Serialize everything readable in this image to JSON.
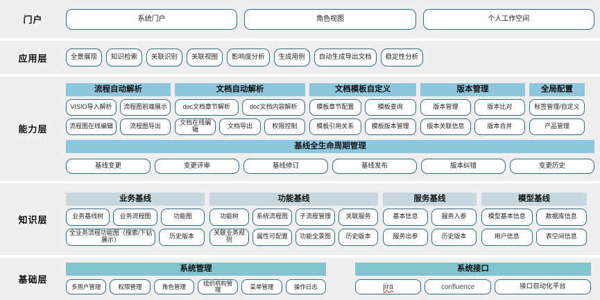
{
  "layers": [
    {
      "key": "portal",
      "label": "门户",
      "buttons": [
        "系统门户",
        "角色视图",
        "个人工作空间"
      ]
    },
    {
      "key": "application",
      "label": "应用层",
      "buttons": [
        "全景展现",
        "知识检索",
        "关联识别",
        "关联视图",
        "影响度分析",
        "生成用例",
        "自动生成导出文档",
        "稳定性分析"
      ]
    },
    {
      "key": "capability",
      "label": "能力层",
      "groups": [
        {
          "title": "流程自动解析",
          "rows": [
            [
              "VISIO导入解析",
              "流程图前端展示"
            ],
            [
              "流程图在线编辑",
              "流程图导出"
            ]
          ]
        },
        {
          "title": "文档自动解析",
          "rows": [
            [
              "doc文档章节解析",
              "doc文档内容解析"
            ],
            [
              "文档在线编辑",
              "文档导出",
              "权限控制"
            ]
          ]
        },
        {
          "title": "文档模板自定义",
          "rows": [
            [
              "模板章节配置",
              "模板查询"
            ],
            [
              "模板引用关系",
              "模板版本管理"
            ]
          ]
        },
        {
          "title": "版本管理",
          "rows": [
            [
              "版本管理",
              "版本比对"
            ],
            [
              "版本关联信息",
              "版本合并"
            ]
          ]
        },
        {
          "title": "全局配置",
          "rows": [
            [
              "标签管理/自定义"
            ],
            [
              "产品管理"
            ]
          ]
        }
      ],
      "lifecycle": {
        "title": "基线全生命周期管理",
        "buttons": [
          "基线变更",
          "变更评审",
          "基线修订",
          "基线发布",
          "版本纠错",
          "变更历史"
        ]
      }
    },
    {
      "key": "knowledge",
      "label": "知识层",
      "groups": [
        {
          "title": "业务基线",
          "rows": [
            [
              "业务基线树",
              "业务流程图",
              "功能图"
            ],
            [
              "全业务流程功能图（搜索/下钻展示）",
              "历史版本"
            ]
          ]
        },
        {
          "title": "功能基线",
          "rows": [
            [
              "功能树",
              "系统流程图",
              "子流程管理",
              "关联服务"
            ],
            [
              "关联业务规则",
              "属性可配置",
              "功能全景图",
              "历史版本"
            ]
          ]
        },
        {
          "title": "服务基线",
          "rows": [
            [
              "基本信息",
              "服务入参"
            ],
            [
              "服务出参",
              "历史版本"
            ]
          ]
        },
        {
          "title": "模型基线",
          "rows": [
            [
              "模型基本信息",
              "数据库信息"
            ],
            [
              "用户信息",
              "表空间信息"
            ]
          ]
        }
      ]
    },
    {
      "key": "foundation",
      "label": "基础层",
      "groups": [
        {
          "title": "系统管理",
          "rows": [
            [
              "多用户管理",
              "权限管理",
              "角色管理",
              "组织机构管理",
              "菜单管理",
              "操作日志"
            ]
          ]
        },
        {
          "title": "系统接口",
          "rows": [
            [
              "jira",
              "confluence",
              "接口自动化平台"
            ]
          ]
        }
      ]
    }
  ],
  "colors": {
    "row_background": "#efefef",
    "capability_header": "#8ec6de",
    "knowledge_header": "#c7d9df",
    "foundation_header": "#7fc4ce",
    "button_border": "#2e6a84",
    "button_background": "#ffffff",
    "page_background": "#ffffff"
  }
}
